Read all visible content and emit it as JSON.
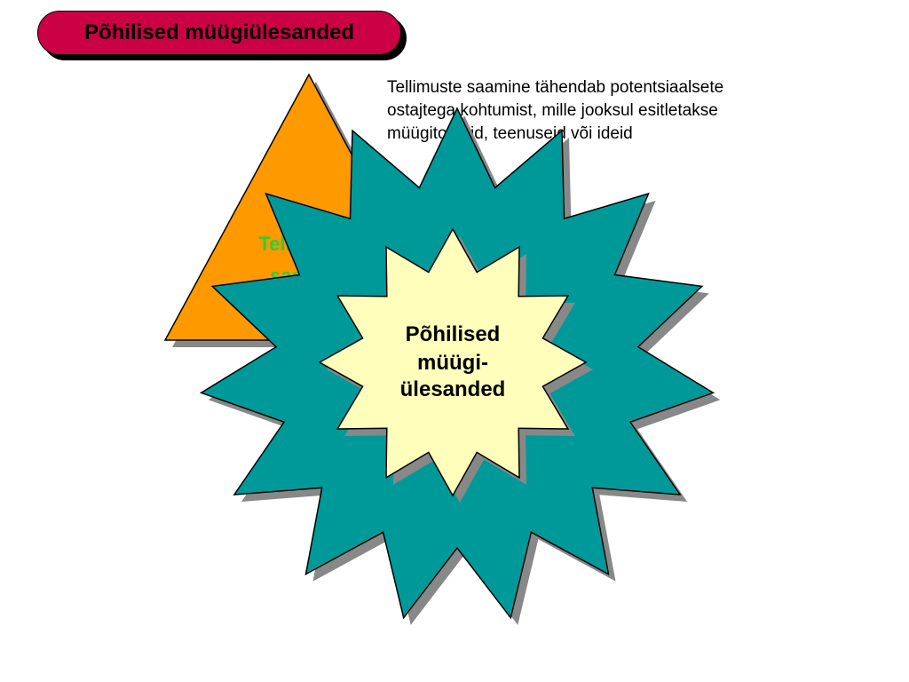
{
  "title": "Põhilised müügiülesanded",
  "description": {
    "lines": [
      "Tellimuste saamine tähendab potentsiaalsete",
      "ostajtega kohtumist, mille jooksul esitletakse",
      "müügitooteid, teenuseid või ideid"
    ]
  },
  "triangle": {
    "label_lines": [
      "Tellimuste",
      "saamine"
    ]
  },
  "center": {
    "label_lines": [
      "Põhilised",
      "müügi-",
      "ülesanded"
    ]
  },
  "colors": {
    "title_fill": "#cc0044",
    "triangle_fill": "#ff9900",
    "triangle_text": "#33cc33",
    "outer_star_fill": "#009999",
    "inner_star_fill": "#ffffbb",
    "shadow": "#888888"
  }
}
